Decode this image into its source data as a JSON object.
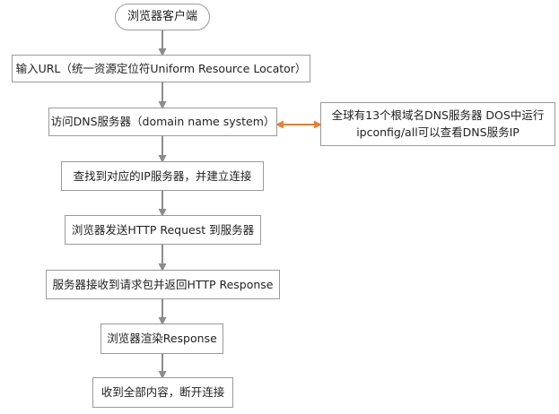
{
  "flowchart": {
    "start": "浏览器客户端",
    "steps": [
      "输入URL（统一资源定位符Uniform Resource Locator）",
      "访问DNS服务器（domain name system）",
      "查找到对应的IP服务器，并建立连接",
      "浏览器发送HTTP Request 到服务器",
      "服务器接收到请求包并返回HTTP Response",
      "浏览器渲染Response",
      "收到全部内容，断开连接"
    ],
    "note": {
      "line1": "全球有13个根域名DNS服务器 DOS中运行",
      "line2": "ipconfig/all可以查看DNS服务IP"
    }
  },
  "colors": {
    "flow_arrow": "#8c8c8c",
    "note_arrow": "#ed7d31",
    "box_border": "#9a9a9a"
  }
}
